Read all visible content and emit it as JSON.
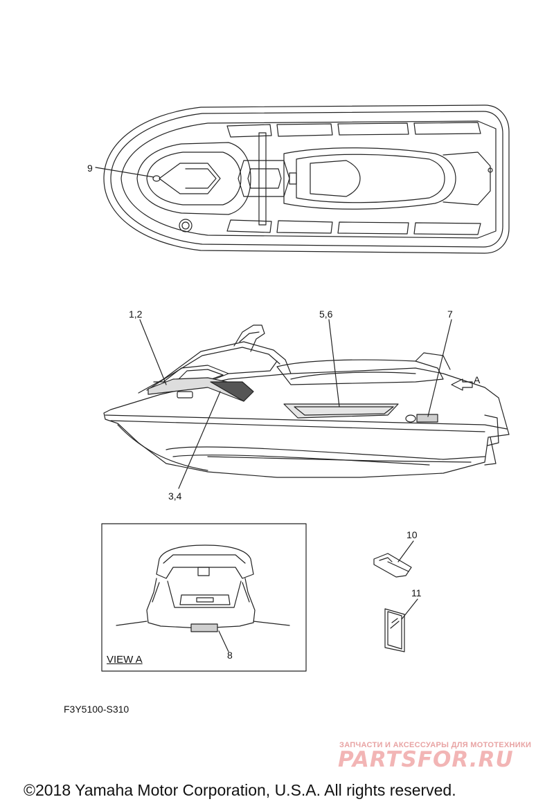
{
  "callouts": {
    "c9": "9",
    "c12": "1,2",
    "c56": "5,6",
    "c7": "7",
    "cA": "A",
    "c34": "3,4",
    "c10": "10",
    "c11": "11",
    "c8": "8"
  },
  "view_label": "VIEW A",
  "diagram_code": "F3Y5100-S310",
  "watermark": {
    "tagline": "ЗАПЧАСТИ И АКСЕССУАРЫ ДЛЯ МОТОТЕХНИКИ",
    "logo": "PARTSFOR.RU"
  },
  "copyright": "©2018 Yamaha Motor Corporation, U.S.A. All rights reserved."
}
